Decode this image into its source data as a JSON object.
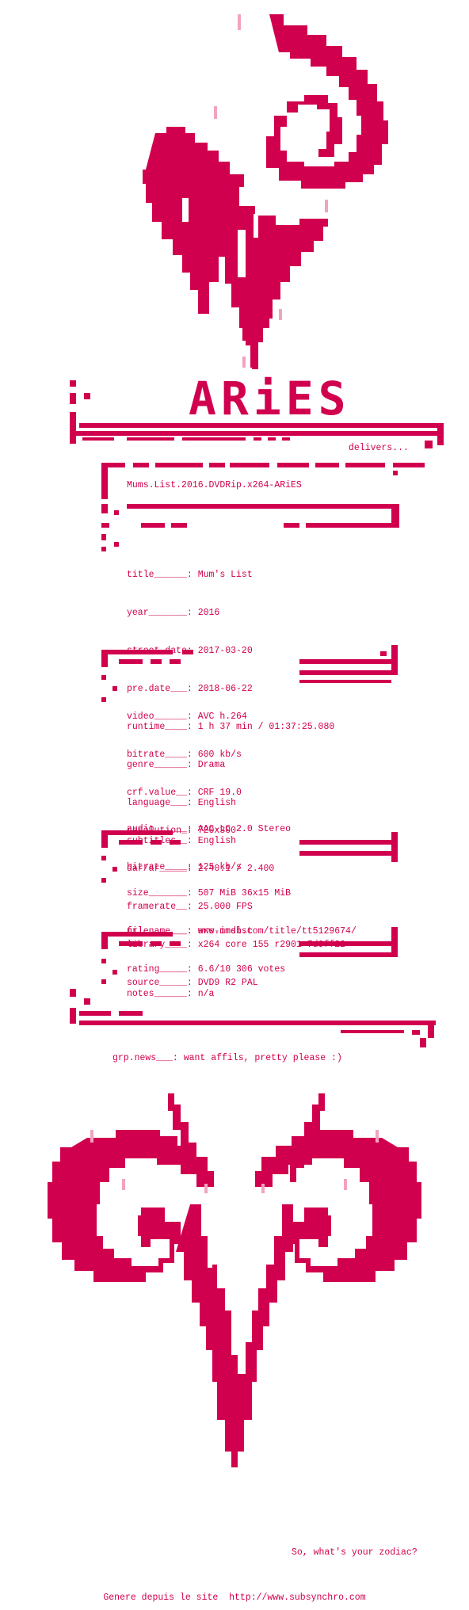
{
  "colors": {
    "accent": "#d1004e",
    "light": "#f2a3c0",
    "background": "#ffffff"
  },
  "header": {
    "delivers": "delivers...",
    "release_name": "Mums.List.2016.DVDRip.x264-ARiES"
  },
  "movie_info": [
    "title______: Mum's List",
    "year_______: 2016",
    "street.date: 2017-03-20",
    "pre.date___: 2018-06-22",
    "runtime____: 1 h 37 min / 01:37:25.080",
    "genre______: Drama",
    "language___: English",
    "subtitles__: English"
  ],
  "video_info": [
    "video______: AVC h.264",
    "bitrate____: 600 kb/s",
    "crf.value__: CRF 19.0",
    "resolution_: 720x300",
    "dar/ar_____: 2.40:1 / 2.400",
    "framerate__: 25.000 FPS",
    "library____: x264 core 155 r2901 7d0ff22",
    "source_____: DVD9 R2 PAL"
  ],
  "audio_info": [
    "audio______: AAC-LC 2.0 Stereo",
    "bitrate____: 125 kb/s"
  ],
  "file_info": [
    "size_______: 507 MiB 36x15 MiB",
    "filename___: ars-mmslst"
  ],
  "imdb_info": [
    "url________: www.imdb.com/title/tt5129674/",
    "rating_____: 6.6/10 306 votes"
  ],
  "notes_info": [
    "notes______: n/a"
  ],
  "grp_news": "grp.news___: want affils, pretty please :)",
  "zodiac_question": "So, what's your zodiac?",
  "footer": "Genere depuis le site  http://www.subsynchro.com"
}
